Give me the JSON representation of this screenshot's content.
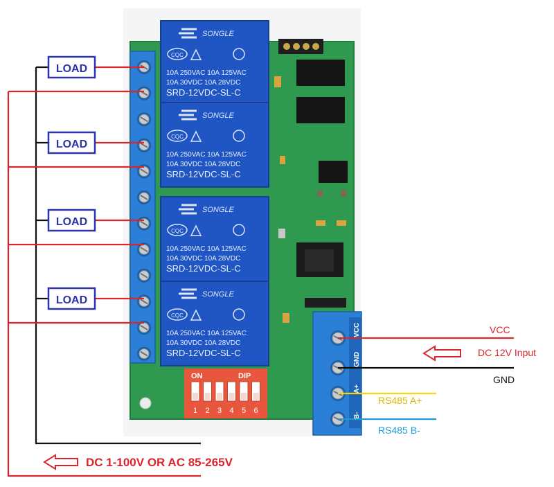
{
  "loads": [
    "LOAD",
    "LOAD",
    "LOAD",
    "LOAD"
  ],
  "relays": [
    {
      "brand": "SONGLE",
      "rating1": "10A 250VAC  10A 125VAC",
      "rating2": "10A  30VDC  10A  28VDC",
      "model": "SRD-12VDC-SL-C"
    },
    {
      "brand": "SONGLE",
      "rating1": "10A 250VAC  10A 125VAC",
      "rating2": "10A  30VDC  10A  28VDC",
      "model": "SRD-12VDC-SL-C"
    },
    {
      "brand": "SONGLE",
      "rating1": "10A 250VAC  10A 125VAC",
      "rating2": "10A  30VDC  10A  28VDC",
      "model": "SRD-12VDC-SL-C"
    },
    {
      "brand": "SONGLE",
      "rating1": "10A 250VAC  10A 125VAC",
      "rating2": "10A  30VDC  10A  28VDC",
      "model": "SRD-12VDC-SL-C"
    }
  ],
  "dip": {
    "on": "ON",
    "dip": "DIP",
    "numbers": [
      "1",
      "2",
      "3",
      "4",
      "5",
      "6"
    ]
  },
  "terminal_labels": [
    "VCC",
    "GND",
    "A+",
    "B-"
  ],
  "cert_mark": "CQC",
  "annotations": {
    "vcc": "VCC",
    "dc_input": "DC 12V Input",
    "gnd": "GND",
    "rs485_a": "RS485 A+",
    "rs485_b": "RS485 B-",
    "power": "DC 1-100V OR AC 85-265V"
  },
  "colors": {
    "pcb": "#2f9a4f",
    "relay": "#1f56c4",
    "terminal": "#2b7fd6",
    "dip": "#e8573d",
    "wire_red": "#d8262b",
    "wire_black": "#111111",
    "wire_yellow": "#f2d21a",
    "wire_cyan": "#1f9bd6",
    "load_box": "#2a33a8",
    "arrow": "#d8262b"
  }
}
